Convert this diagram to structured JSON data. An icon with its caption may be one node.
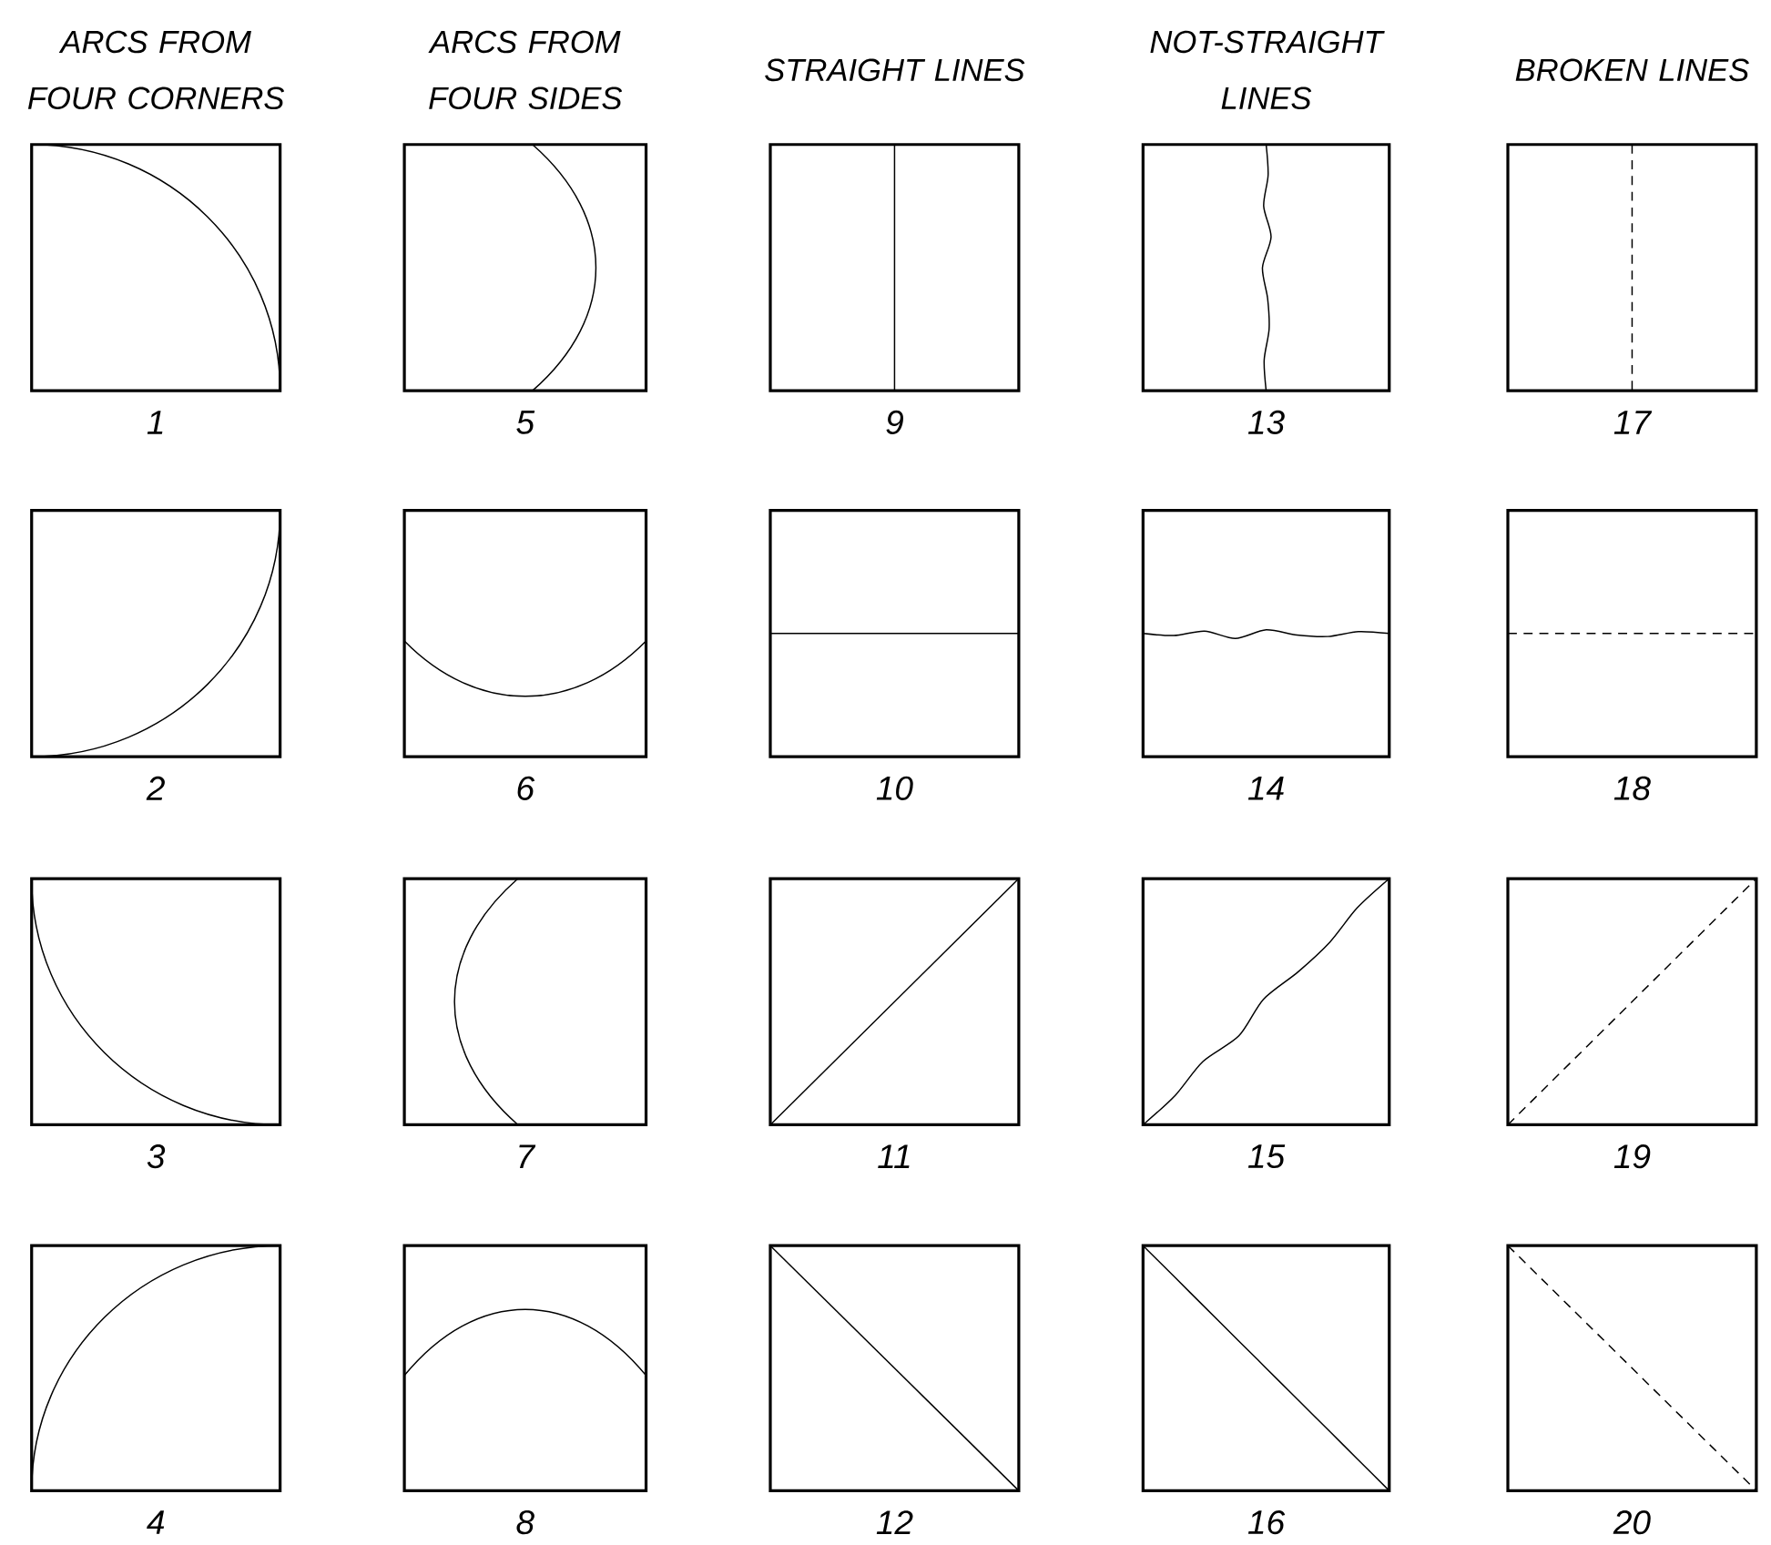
{
  "diagram": {
    "nodes": [
      {
        "text": [],
        "shape": "box",
        "beside": [
          "1"
        ]
      },
      {
        "text": [],
        "shape": "box",
        "beside": [
          "2"
        ]
      },
      {
        "text": [],
        "shape": "box",
        "beside": [
          "3"
        ]
      },
      {
        "text": [],
        "shape": "box",
        "beside": [
          "4"
        ]
      },
      {
        "text": [],
        "shape": "box",
        "beside": [
          "5"
        ]
      },
      {
        "text": [],
        "shape": "box",
        "beside": [
          "6"
        ]
      },
      {
        "text": [],
        "shape": "box",
        "beside": [
          "7"
        ]
      },
      {
        "text": [],
        "shape": "box",
        "beside": [
          "8"
        ]
      },
      {
        "text": [],
        "shape": "box",
        "beside": [
          "9"
        ]
      },
      {
        "text": [],
        "shape": "box",
        "beside": [
          "10"
        ]
      },
      {
        "text": [],
        "shape": "box",
        "beside": [
          "11"
        ]
      },
      {
        "text": [],
        "shape": "box",
        "beside": [
          "12"
        ]
      },
      {
        "text": [],
        "shape": "box",
        "beside": [
          "13"
        ]
      },
      {
        "text": [],
        "shape": "box",
        "beside": [
          "14"
        ]
      },
      {
        "text": [],
        "shape": "box",
        "beside": [
          "15"
        ]
      },
      {
        "text": [],
        "shape": "box",
        "beside": [
          "16"
        ]
      },
      {
        "text": [],
        "shape": "box",
        "beside": [
          "17"
        ]
      },
      {
        "text": [],
        "shape": "box",
        "beside": [
          "18"
        ]
      },
      {
        "text": [],
        "shape": "box",
        "beside": [
          "19"
        ]
      },
      {
        "text": [],
        "shape": "box",
        "beside": [
          "20"
        ]
      }
    ],
    "edges": [],
    "labels": [
      "ARCS FROM FOUR CORNERS",
      "ARCS FROM FOUR SIDES",
      "STRAIGHT LINES",
      "NOT-STRAIGHT LINES",
      "BROKEN LINES"
    ]
  }
}
